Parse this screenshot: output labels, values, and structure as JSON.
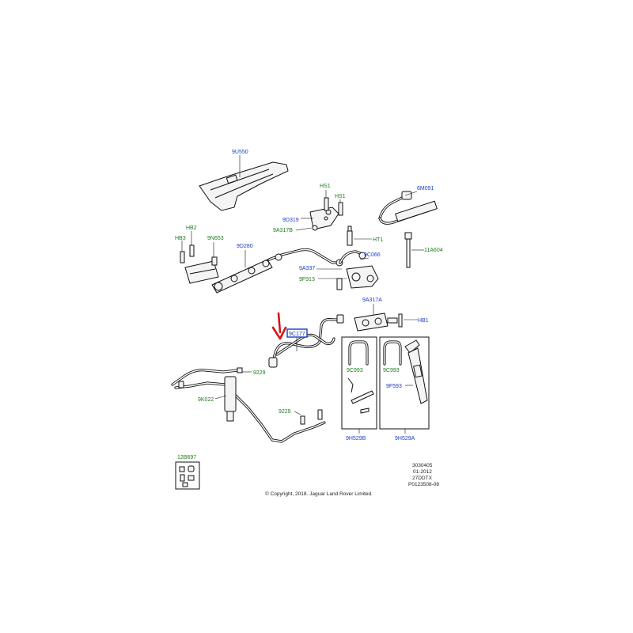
{
  "labels": {
    "9U550": "9U550",
    "HS1a": "HS1",
    "HS1b": "HS1",
    "9D319": "9D319",
    "9A317B": "9A317B",
    "6M091": "6M091",
    "HB2": "HB2",
    "HB3": "HB3",
    "9N653": "9N653",
    "9D280": "9D280",
    "HT1": "HT1",
    "11A604": "11A604",
    "9C066": "9C066",
    "9A337": "9A337",
    "9F913": "9F913",
    "9A317A": "9A317A",
    "HB1": "HB1",
    "9C177": "9C177",
    "9229a": "9229",
    "9K022": "9K022",
    "9229b": "9229",
    "9C993a": "9C993",
    "9C993b": "9C993",
    "9F593": "9F593",
    "9H529B": "9H529B",
    "9H529A": "9H529A",
    "12B697": "12B697"
  },
  "meta": {
    "ref1": "3030405",
    "ref2": "01-2012",
    "ref3": "27DDTX",
    "ref4": "P0123508-08",
    "copyright": "© Copyright, 2018. Jaguar Land Rover Limited."
  },
  "colors": {
    "blue_label": "#1a3cc8",
    "green_label": "#1b7a1b",
    "highlight_arrow": "#d01818"
  }
}
